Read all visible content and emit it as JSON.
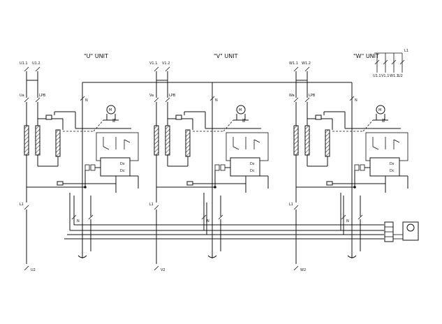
{
  "units": [
    {
      "id": "u",
      "title": "\"U\" UNIT",
      "term1": "U1.1",
      "term2": "U1.2",
      "term_mid1": "Ua",
      "term_mid2": "LPB",
      "neutral": "N",
      "line": "L1",
      "bottom": "U2",
      "lower_n": "N"
    },
    {
      "id": "v",
      "title": "\"V\" UNIT",
      "term1": "V1.1",
      "term2": "V1.2",
      "term_mid1": "Va",
      "term_mid2": "LPB",
      "neutral": "N",
      "line": "L1",
      "bottom": "V2",
      "lower_n": "N"
    },
    {
      "id": "w",
      "title": "\"W\" UNIT",
      "term1": "W1.1",
      "term2": "W1.2",
      "term_mid1": "Wa",
      "term_mid2": "LPB",
      "neutral": "N",
      "line": "L1",
      "bottom": "W2",
      "lower_n": "N"
    }
  ],
  "legend": {
    "label": "L1",
    "captions": [
      "U1.1",
      "V1.1",
      "W1.1",
      "U2"
    ]
  },
  "motor_symbol": "M",
  "module_pins": [
    "Ds",
    "Dc"
  ]
}
